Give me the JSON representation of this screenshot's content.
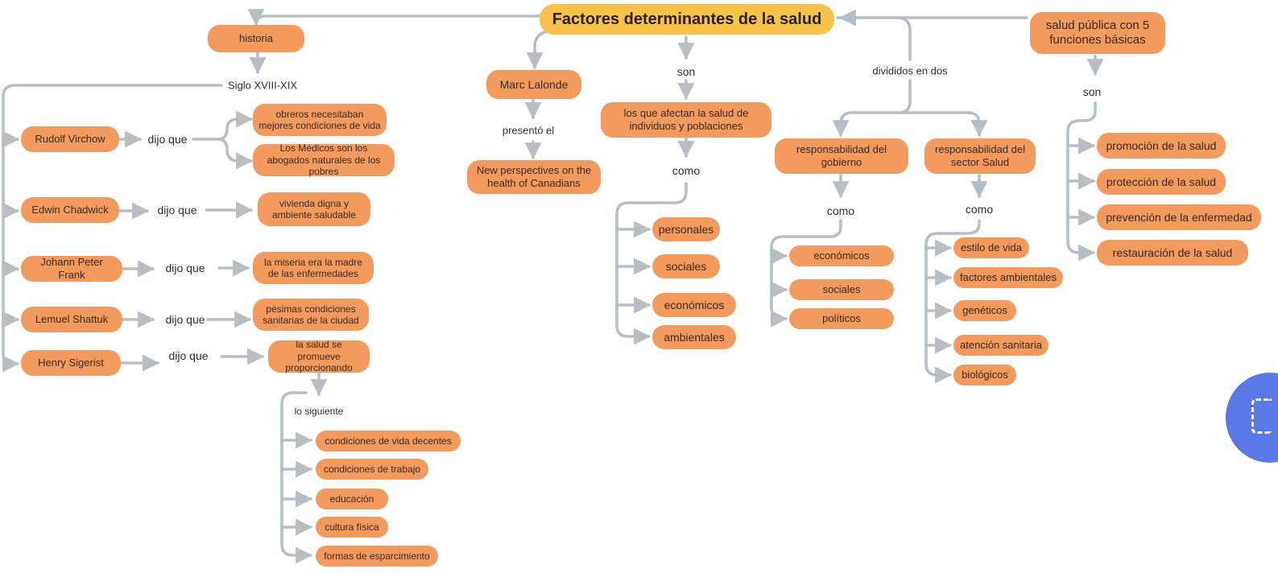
{
  "title": "Factores determinantes de la salud",
  "colors": {
    "node": "#f39a5e",
    "root": "#f9c24b",
    "connector": "#b7bec4",
    "text": "#3b2a1f",
    "fab": "#5a78e6"
  },
  "nodes": {
    "historia": "historia",
    "rudolf": "Rudolf Virchow",
    "obreros": "obreros necesitaban mejores condiciones de vida",
    "medicos": "Los Médicos son los abogados naturales de los pobres",
    "edwin": "Edwin Chadwick",
    "vivienda": "vivienda digna y ambiente saludable",
    "johann": "Johann Peter Frank",
    "miseria": "la miseria era la madre de las enfermedades",
    "lemuel": "Lemuel Shattuk",
    "pesimas": "pésimas condiciones sanitarias de la ciudad",
    "henry": "Henry Sigerist",
    "promueve": "la salud se promueve proporcionando",
    "cond_vida": "condiciones de vida decentes",
    "cond_trabajo": "condiciones de trabajo",
    "educacion": "educación",
    "cultura": "cultura física",
    "formas": "formas de esparcimiento",
    "lalonde": "Marc Lalonde",
    "new_persp": "New perspectives on the health of Canadians",
    "afectan": "los que afectan la salud de individuos y poblaciones",
    "personales": "personales",
    "sociales_a": "sociales",
    "economicos_a": "económicos",
    "ambientales": "ambientales",
    "resp_gob": "responsabilidad del gobierno",
    "resp_sector": "responsabilidad del sector Salud",
    "economicos_b": "económicos",
    "sociales_b": "sociales",
    "politicos": "políticos",
    "estilo": "estilo de vida",
    "factores_amb": "factores ambientales",
    "geneticos": "genéticos",
    "atencion": "atención sanitaria",
    "biologicos": "biológicos",
    "salud_publica": "salud pública con 5 funciones básicas",
    "promocion": "promoción de la salud",
    "proteccion": "protección de la salud",
    "prevencion": "prevención de la enfermedad",
    "restauracion": "restauración de la salud"
  },
  "labels": {
    "siglo": "Siglo XVIII-XIX",
    "dijo1": "dijo que",
    "dijo2": "dijo que",
    "dijo3": "dijo que",
    "dijo4": "dijo que",
    "dijo5": "dijo que",
    "lo_siguiente": "lo siguiente",
    "presento": "presentó el",
    "son1": "son",
    "como1": "como",
    "divididos": "divididos en dos",
    "como2": "como",
    "como3": "como",
    "son2": "son"
  }
}
